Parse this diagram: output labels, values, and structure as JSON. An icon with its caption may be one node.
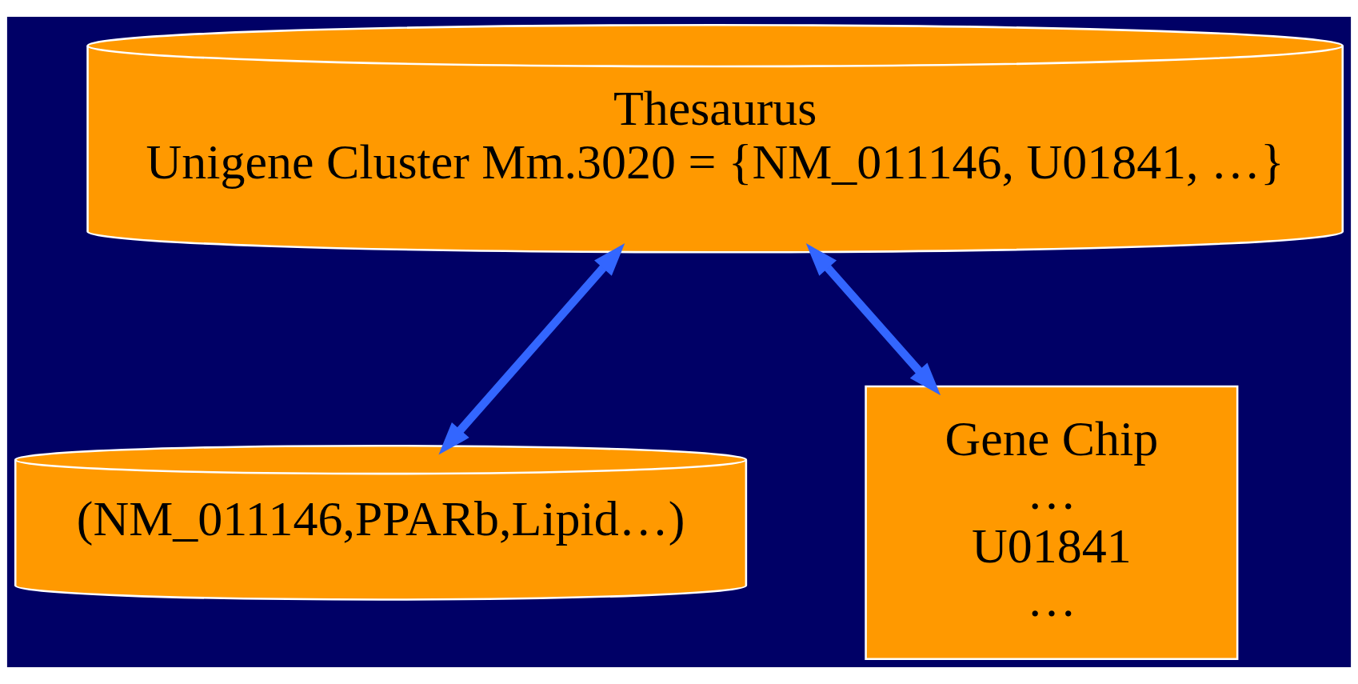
{
  "diagram": {
    "nodes": [
      {
        "text": [
          "Thesaurus",
          "Unigene Cluster Mm.3020 = {NM_011146, U01841, …}"
        ]
      },
      {
        "text": [
          "(NM_011146,PPARb,Lipid…)"
        ]
      },
      {
        "text": [
          "Gene Chip",
          "…",
          "U01841",
          "…"
        ]
      }
    ],
    "edges": [
      {
        "from": 0,
        "to": 1,
        "arrow": "both"
      },
      {
        "from": 0,
        "to": 2,
        "arrow": "both"
      }
    ]
  }
}
